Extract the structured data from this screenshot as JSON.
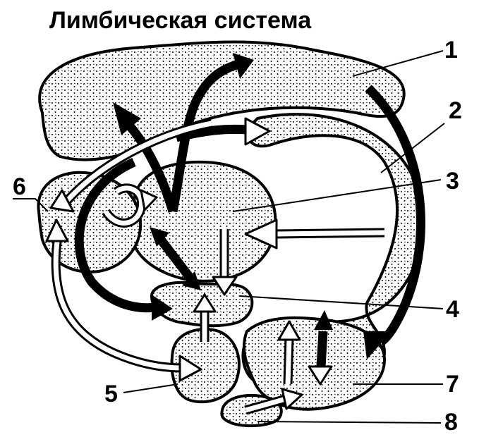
{
  "title": "Лимбическая система",
  "labels": [
    "1",
    "2",
    "3",
    "4",
    "5",
    "6",
    "7",
    "8"
  ]
}
